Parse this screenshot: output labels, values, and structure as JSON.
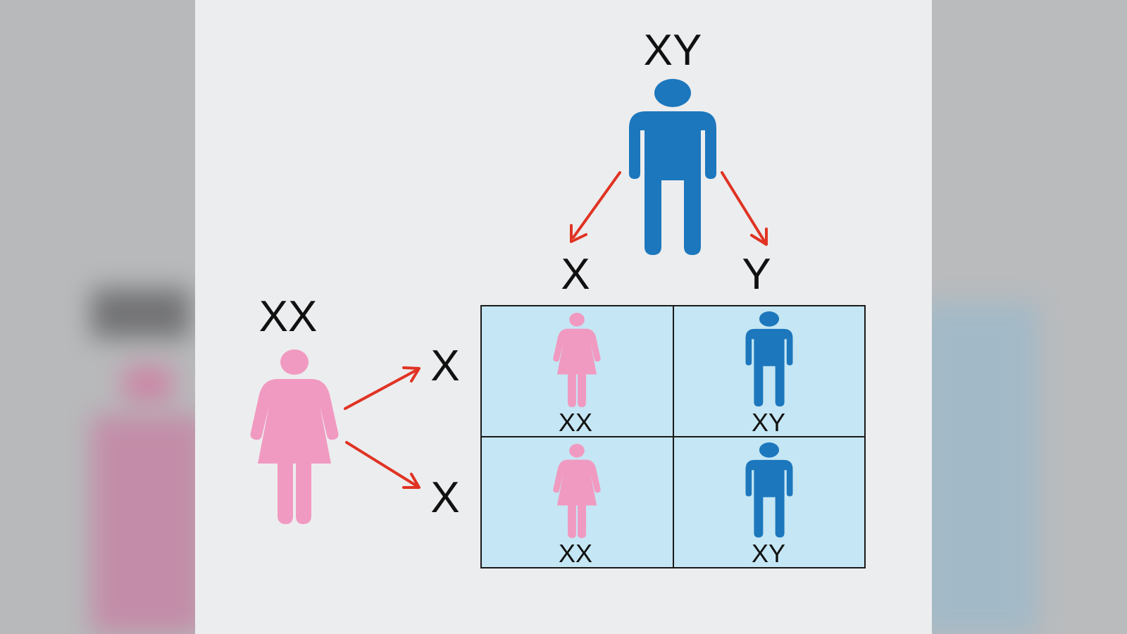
{
  "father": {
    "genotype": "XY",
    "gametes": [
      "X",
      "Y"
    ]
  },
  "mother": {
    "genotype": "XX",
    "gametes": [
      "X",
      "X"
    ]
  },
  "punnett": {
    "cells": [
      {
        "sex": "female",
        "genotype": "XX"
      },
      {
        "sex": "male",
        "genotype": "XY"
      },
      {
        "sex": "female",
        "genotype": "XX"
      },
      {
        "sex": "male",
        "genotype": "XY"
      }
    ]
  },
  "colors": {
    "male": "#1c77bd",
    "female": "#f19ac1",
    "arrow": "#e03323",
    "grid_fill": "#c5e6f4",
    "grid_line": "#1a1a1a",
    "panel_bg": "#ecedef"
  }
}
